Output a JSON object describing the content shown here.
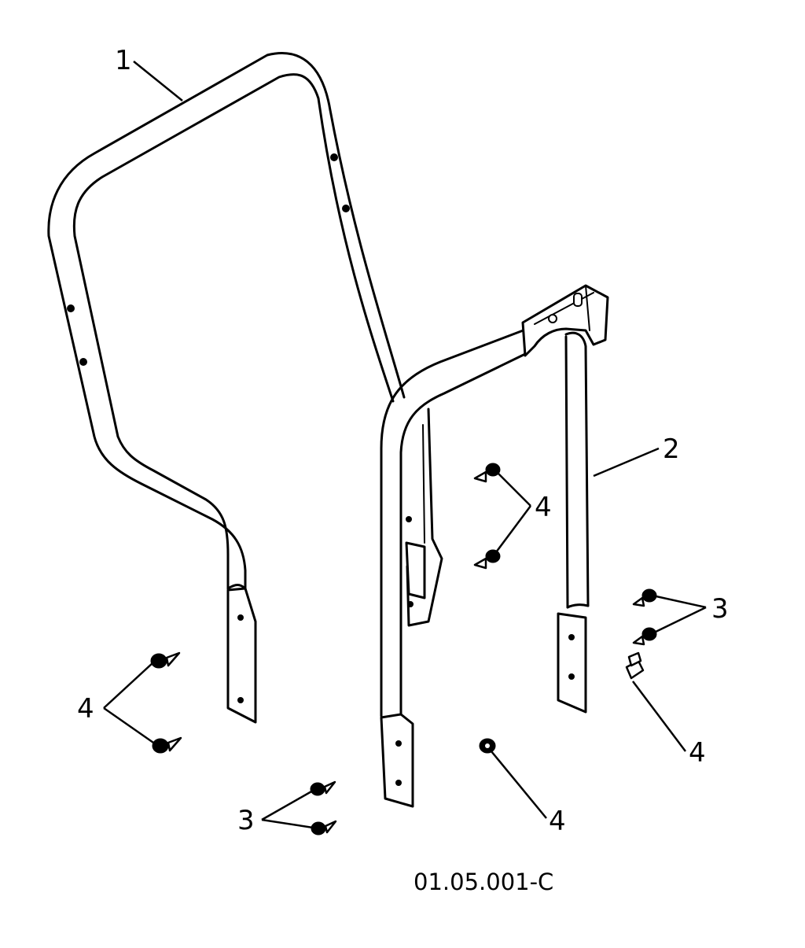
{
  "callouts": [
    {
      "id": "c1",
      "label": "1"
    },
    {
      "id": "c2",
      "label": "2"
    },
    {
      "id": "c3a",
      "label": "3"
    },
    {
      "id": "c3b",
      "label": "3"
    },
    {
      "id": "c4a",
      "label": "4"
    },
    {
      "id": "c4b",
      "label": "4"
    },
    {
      "id": "c4c",
      "label": "4"
    },
    {
      "id": "c4d",
      "label": "4"
    }
  ],
  "drawing_id": "01.05.001-C"
}
